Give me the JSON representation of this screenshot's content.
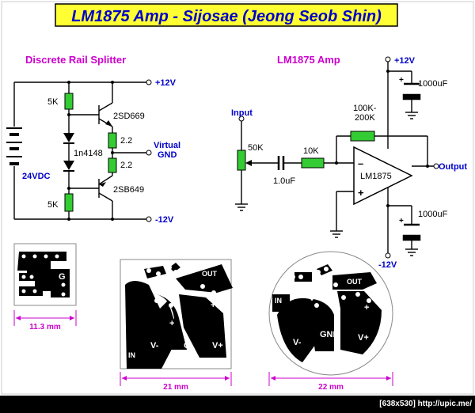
{
  "title": "LM1875 Amp - Sijosae (Jeong Seob Shin)",
  "splitter": {
    "heading": "Discrete Rail Splitter",
    "plus_rail": "+12V",
    "minus_rail": "-12V",
    "r_top": "5K",
    "r_bottom": "5K",
    "diodes": "1n4148",
    "q_top": "2SD669",
    "q_bottom": "2SB649",
    "r_e1": "2.2",
    "r_e2": "2.2",
    "virtual_gnd_1": "Virtual",
    "virtual_gnd_2": "GND",
    "battery": "24VDC"
  },
  "amp": {
    "heading": "LM1875 Amp",
    "input_label": "Input",
    "pot": "50K",
    "cap_in": "1.0uF",
    "r_in": "10K",
    "r_fb_1": "100K-",
    "r_fb_2": "200K",
    "chip": "LM1875",
    "output_label": "Output",
    "plus_rail": "+12V",
    "minus_rail": "-12V",
    "cap_top": "1000uF",
    "cap_bottom": "1000uF",
    "plus_sign": "+",
    "minus_sign": "–"
  },
  "pcbs": {
    "small_g": "G",
    "small_dim": "11.3 mm",
    "mid_out": "OUT",
    "mid_plus1": "+",
    "mid_plus2": "+",
    "mid_in": "IN",
    "mid_vminus": "V-",
    "mid_g": "G",
    "mid_vplus": "V+",
    "mid_dim": "21 mm",
    "round_out": "OUT",
    "round_in": "IN",
    "round_plus": "+",
    "round_vminus": "V-",
    "round_gnd": "GND",
    "round_vplus": "V+",
    "round_dim": "22 mm"
  },
  "footer": "[638x530] http://upic.me/",
  "colors": {
    "title_bg": "#ffff33",
    "title_text": "#0000cc",
    "heading": "#cc00cc",
    "rail_label": "#0000cc",
    "resistor": "#33cc33",
    "dimension": "#cc00cc",
    "wire": "#000000"
  }
}
